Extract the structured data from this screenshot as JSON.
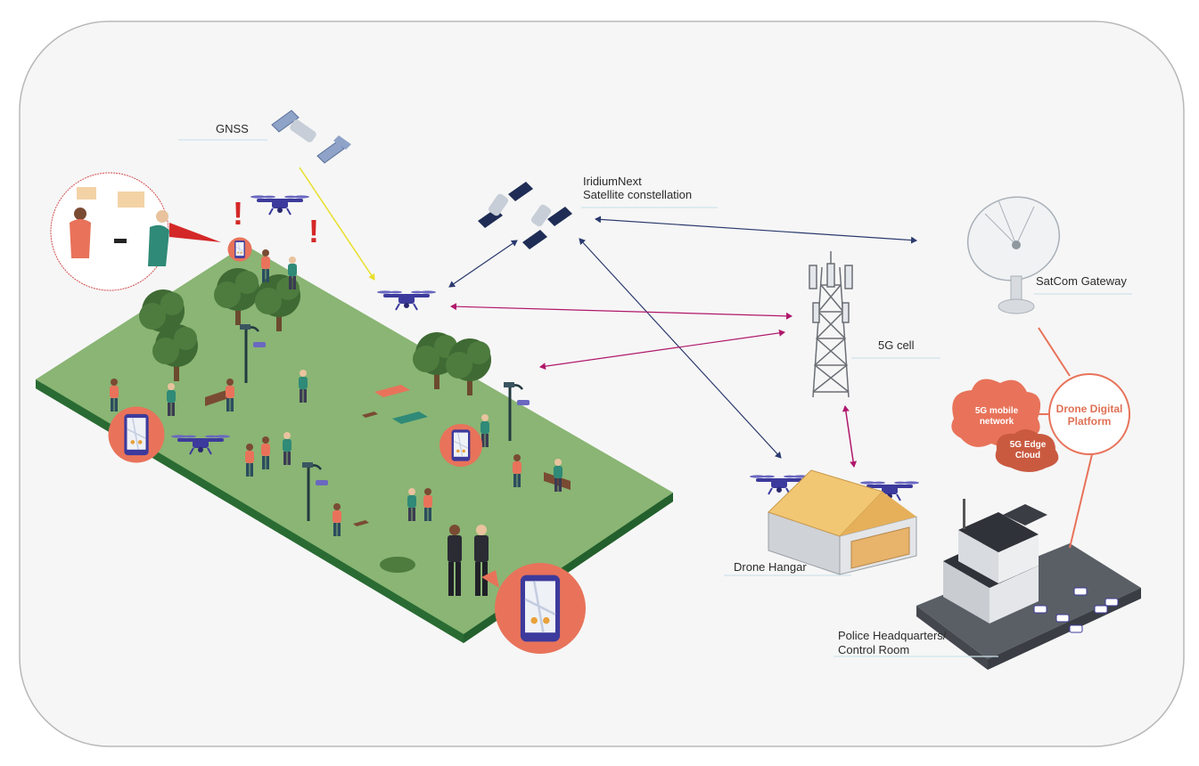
{
  "labels": {
    "gnss": "GNSS",
    "iridium_line1": "IridiumNext",
    "iridium_line2": "Satellite constellation",
    "satcom": "SatCom Gateway",
    "cell5g": "5G cell",
    "hangar": "Drone Hangar",
    "hq_line1": "Police Headquarters/",
    "hq_line2": "Control Room"
  },
  "platform": {
    "mobile_network_line1": "5G mobile",
    "mobile_network_line2": "network",
    "edge_line1": "5G Edge",
    "edge_line2": "Cloud",
    "ddp_line1": "Drone Digital",
    "ddp_line2": "Platform"
  },
  "alert_marks": [
    "!",
    "!"
  ],
  "colors": {
    "background": "#f6f6f6",
    "frame": "#b8b8b8",
    "park_grass": "#8ab574",
    "park_edge": "#2f7a3a",
    "drone": "#3c3a9c",
    "link_navy": "#2b3a6e",
    "link_magenta": "#b0176b",
    "link_yellow": "#e8df2a",
    "accent_coral": "#e8735a",
    "alert_red": "#d42828",
    "label_line": "#cfe4ec"
  }
}
